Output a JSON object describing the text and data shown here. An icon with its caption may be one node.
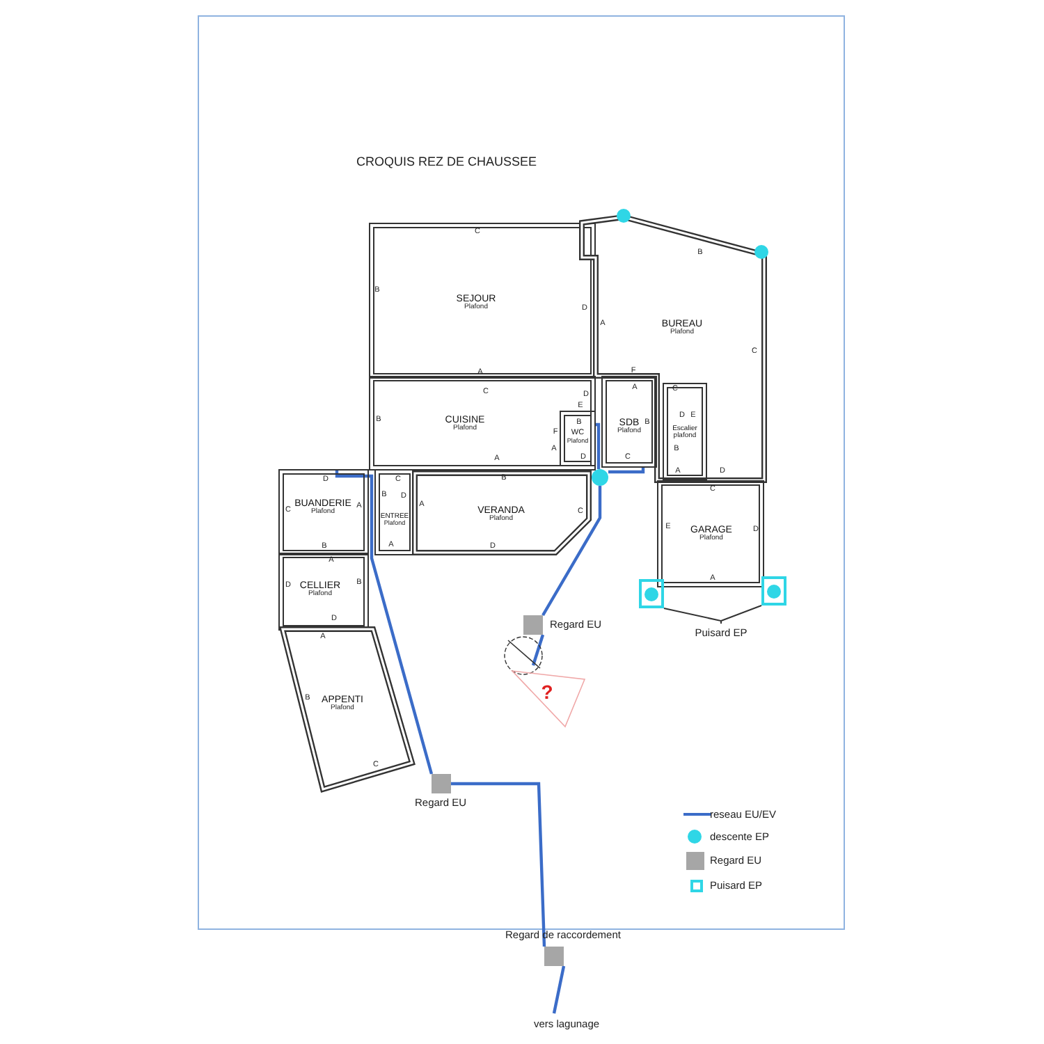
{
  "diagram": {
    "title": "CROQUIS REZ DE CHAUSSEE",
    "nodes": [
      {
        "text": [
          "SEJOUR",
          "Plafond"
        ]
      },
      {
        "text": [
          "BUREAU",
          "Plafond"
        ]
      },
      {
        "text": [
          "CUISINE",
          "Plafond"
        ]
      },
      {
        "text": [
          "WC",
          "Plafond"
        ],
        "in": 2
      },
      {
        "text": [
          "SDB",
          "Plafond"
        ]
      },
      {
        "text": [
          "Escalier",
          "plafond"
        ],
        "in": 1
      },
      {
        "text": [
          "BUANDERIE",
          "Plafond"
        ]
      },
      {
        "text": [
          "ENTREE",
          "Plafond"
        ]
      },
      {
        "text": [
          "VERANDA",
          "Plafond"
        ]
      },
      {
        "text": [
          "GARAGE",
          "Plafond"
        ]
      },
      {
        "text": [
          "CELLIER",
          "Plafond"
        ]
      },
      {
        "text": [
          "APPENTI",
          "Plafond"
        ]
      },
      {
        "text": [],
        "shape": "circle"
      },
      {
        "text": [],
        "shape": "circle"
      },
      {
        "text": [],
        "shape": "circle"
      },
      {
        "text": [],
        "shape": "box"
      },
      {
        "text": [],
        "shape": "box"
      },
      {
        "text": [
          "Puisard EP"
        ]
      },
      {
        "text": [],
        "shape": "box",
        "beside": [
          "Regard EU"
        ]
      },
      {
        "text": [
          "?"
        ]
      },
      {
        "text": [],
        "shape": "box",
        "beside": [
          "Regard EU"
        ]
      },
      {
        "text": [],
        "shape": "box",
        "beside": [
          "Regard de raccordement"
        ]
      },
      {
        "text": [
          "vers lagunage"
        ]
      }
    ],
    "edges": [
      {
        "from": 6,
        "to": 20,
        "arrow": "none"
      },
      {
        "from": 3,
        "to": 14,
        "arrow": "none"
      },
      {
        "from": 4,
        "to": 14,
        "arrow": "none"
      },
      {
        "from": 14,
        "to": 18,
        "arrow": "none"
      },
      {
        "from": 18,
        "to": 19,
        "arrow": "none"
      },
      {
        "from": 20,
        "to": 21,
        "arrow": "none"
      },
      {
        "from": 21,
        "to": 22,
        "arrow": "none"
      },
      {
        "from": 15,
        "to": 17,
        "arrow": "none",
        "color": "#333333"
      },
      {
        "from": 16,
        "to": 17,
        "arrow": "none",
        "color": "#333333"
      }
    ],
    "labels": [
      "C",
      "B",
      "B",
      "D",
      "A",
      "C",
      "A",
      "F",
      "C",
      "A",
      "C",
      "D",
      "E",
      "B",
      "B",
      "B",
      "D",
      "E",
      "F",
      "A",
      "B",
      "A",
      "D",
      "C",
      "A",
      "D",
      "D",
      "C",
      "B",
      "C",
      "C",
      "A",
      "B",
      "D",
      "A",
      "C",
      "E",
      "D",
      "B",
      "A",
      "D",
      "A",
      "A",
      "D",
      "B",
      "D",
      "A",
      "B",
      "C"
    ],
    "legend": [
      {
        "text": "reseau EU/EV"
      },
      {
        "text": "descente EP"
      },
      {
        "text": "Regard EU"
      },
      {
        "text": "Puisard EP"
      }
    ]
  }
}
